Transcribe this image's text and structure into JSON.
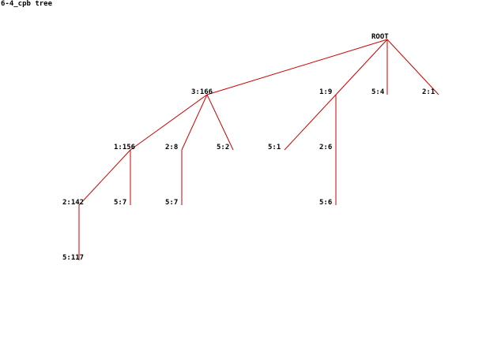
{
  "title": "6-4_cpb tree",
  "colors": {
    "edge": "#cc0000",
    "label": "#000000",
    "background": "#ffffff"
  },
  "tree": {
    "nodes": [
      {
        "id": "root",
        "label": "ROOT",
        "parent": null
      },
      {
        "id": "n3_166",
        "label": "3:166",
        "parent": "root"
      },
      {
        "id": "n1_9",
        "label": "1:9",
        "parent": "root"
      },
      {
        "id": "n5_4",
        "label": "5:4",
        "parent": "root"
      },
      {
        "id": "n2_1",
        "label": "2:1",
        "parent": "root"
      },
      {
        "id": "n1_156",
        "label": "1:156",
        "parent": "n3_166"
      },
      {
        "id": "n2_8",
        "label": "2:8",
        "parent": "n3_166"
      },
      {
        "id": "n5_2",
        "label": "5:2",
        "parent": "n3_166"
      },
      {
        "id": "n5_1",
        "label": "5:1",
        "parent": "n1_9"
      },
      {
        "id": "n2_6",
        "label": "2:6",
        "parent": "n1_9"
      },
      {
        "id": "n2_142",
        "label": "2:142",
        "parent": "n1_156"
      },
      {
        "id": "n5_7a",
        "label": "5:7",
        "parent": "n1_156"
      },
      {
        "id": "n5_7b",
        "label": "5:7",
        "parent": "n2_8"
      },
      {
        "id": "n5_6",
        "label": "5:6",
        "parent": "n2_6"
      },
      {
        "id": "n5_117",
        "label": "5:117",
        "parent": "n2_142"
      }
    ]
  }
}
